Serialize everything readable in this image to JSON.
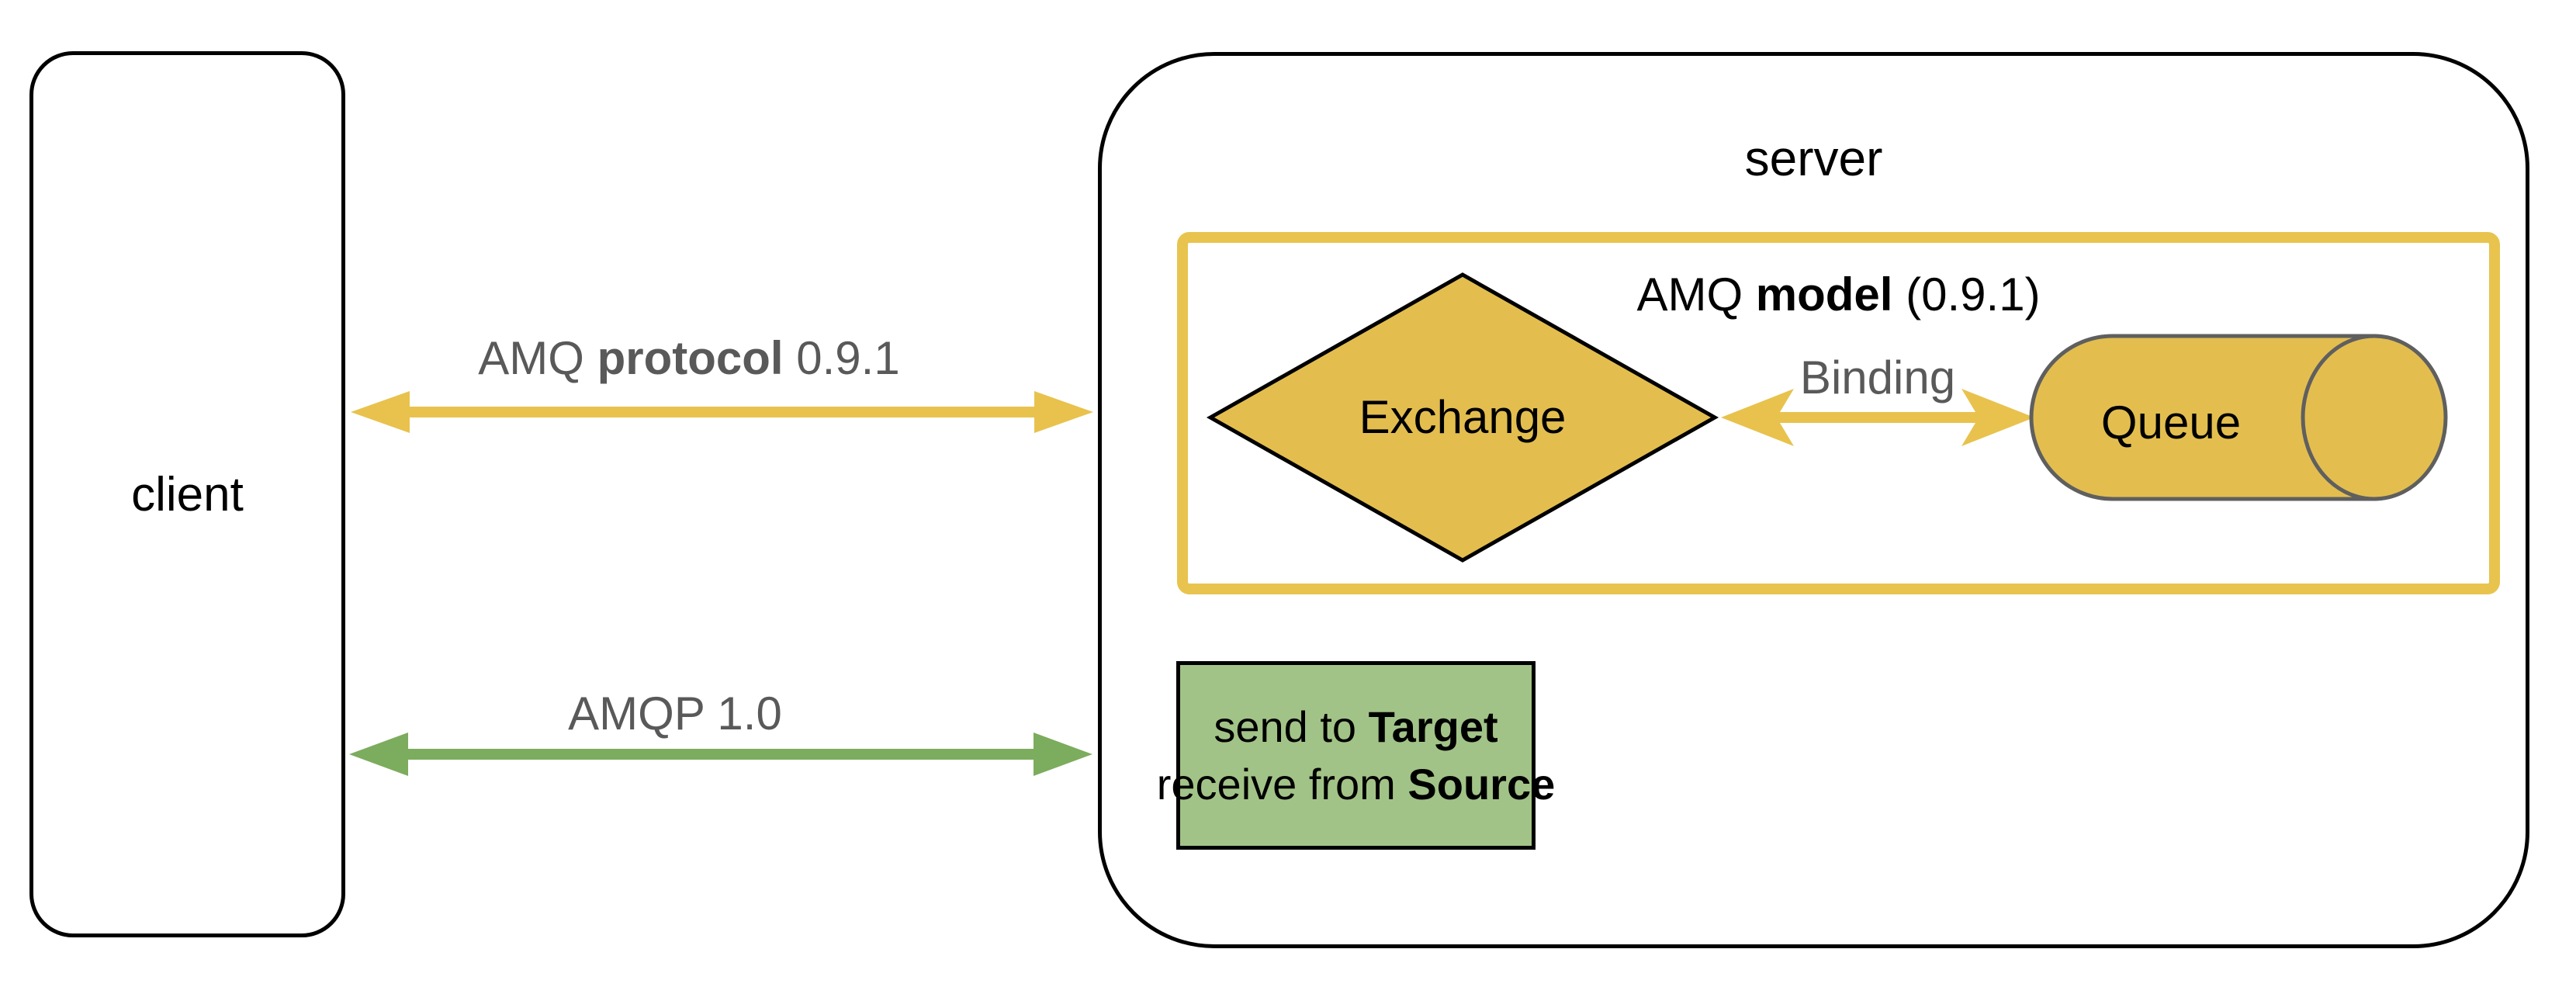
{
  "colors": {
    "gold_arrow": "#E8C24D",
    "gold_fill": "#E3BE4F",
    "gold_model_border": "#E8C44E",
    "green_arrow": "#7CAC5D",
    "green_box_fill": "#A2C387",
    "diamond_stroke": "#000000",
    "queue_stroke": "#5F5F5F",
    "gray_text": "#595959",
    "box_border": "#000000"
  },
  "client": {
    "label": "client"
  },
  "server": {
    "label": "server"
  },
  "model": {
    "title_prefix": "AMQ ",
    "title_bold": "model",
    "title_suffix": " (0.9.1)"
  },
  "exchange": {
    "label": "Exchange"
  },
  "queue": {
    "label": "Queue"
  },
  "binding": {
    "label": "Binding"
  },
  "arrows": {
    "amq_protocol": {
      "prefix": "AMQ ",
      "bold": "protocol",
      "suffix": " 0.9.1"
    },
    "amqp10": {
      "label": "AMQP 1.0"
    }
  },
  "target_box": {
    "line1_prefix": "send to ",
    "line1_bold": "Target",
    "line2_prefix": "receive from ",
    "line2_bold": "Source"
  }
}
